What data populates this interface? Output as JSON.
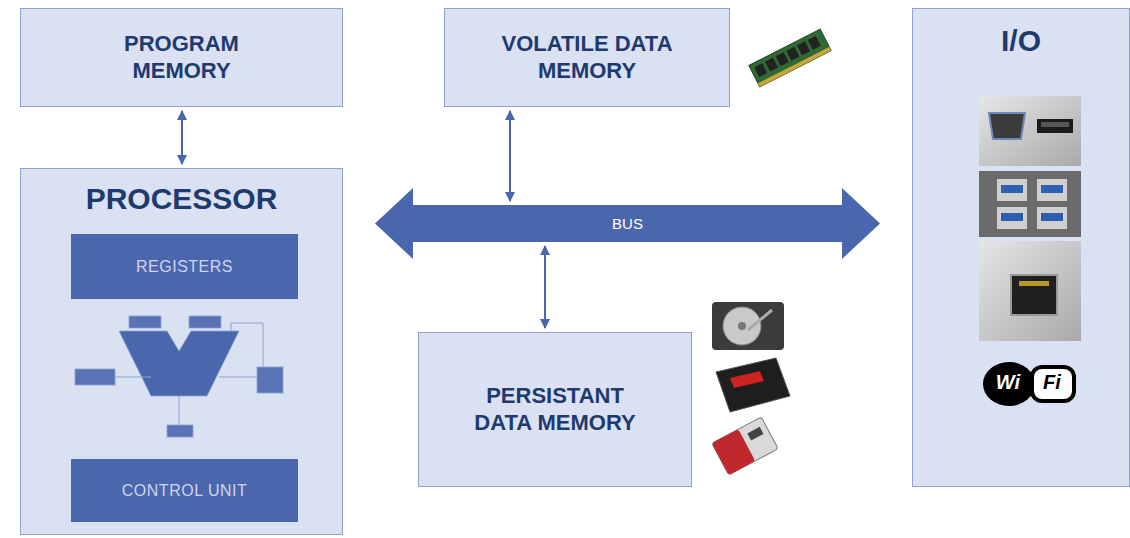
{
  "diagram": {
    "nodes": [
      {
        "text": [
          "PROGRAM MEMORY"
        ]
      },
      {
        "text": [
          "VOLATILE DATA MEMORY"
        ]
      },
      {
        "text": [
          "I/O"
        ]
      },
      {
        "text": [
          "PROCESSOR"
        ]
      },
      {
        "text": [
          "REGISTERS"
        ],
        "in": 3
      },
      {
        "text": [
          "CONTROL UNIT"
        ],
        "in": 3
      },
      {
        "text": [
          "BUS"
        ]
      },
      {
        "text": [
          "PERSISTANT DATA MEMORY"
        ]
      }
    ],
    "edges": [
      {
        "from": 0,
        "to": 3,
        "arrow": "both"
      },
      {
        "from": 1,
        "to": 6,
        "arrow": "both"
      },
      {
        "from": 6,
        "to": 7,
        "arrow": "both"
      }
    ],
    "labels": [
      "Wi",
      "Fi"
    ]
  }
}
